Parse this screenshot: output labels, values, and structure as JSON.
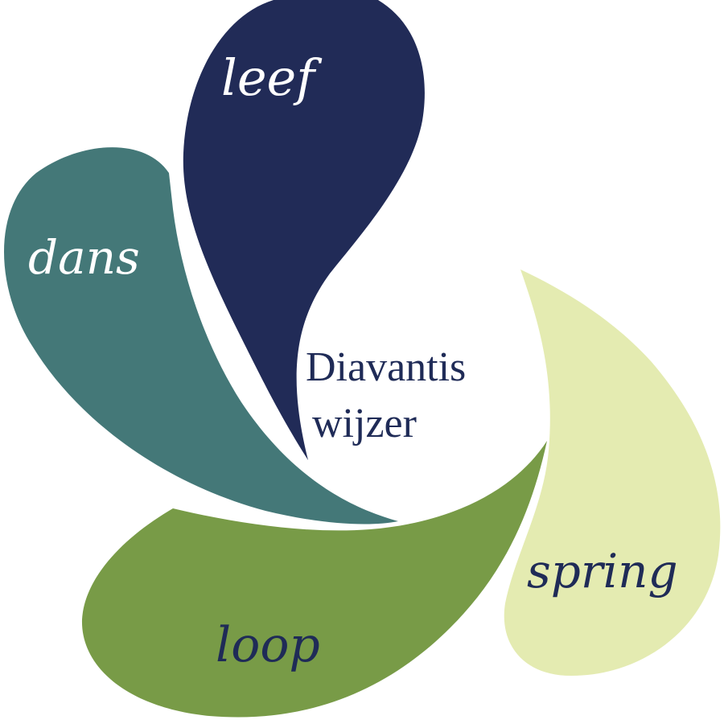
{
  "logo": {
    "title_line1": "Diavantis",
    "title_line2": "wijzer",
    "title_color": "#1f2b57",
    "petals": [
      {
        "label": "leef",
        "fill": "#212b57",
        "text_color": "#ffffff"
      },
      {
        "label": "dans",
        "fill": "#447878",
        "text_color": "#ffffff"
      },
      {
        "label": "loop",
        "fill": "#789b47",
        "text_color": "#1f2b57"
      },
      {
        "label": "spring",
        "fill": "#e4ebb1",
        "text_color": "#1f2b57"
      }
    ]
  }
}
